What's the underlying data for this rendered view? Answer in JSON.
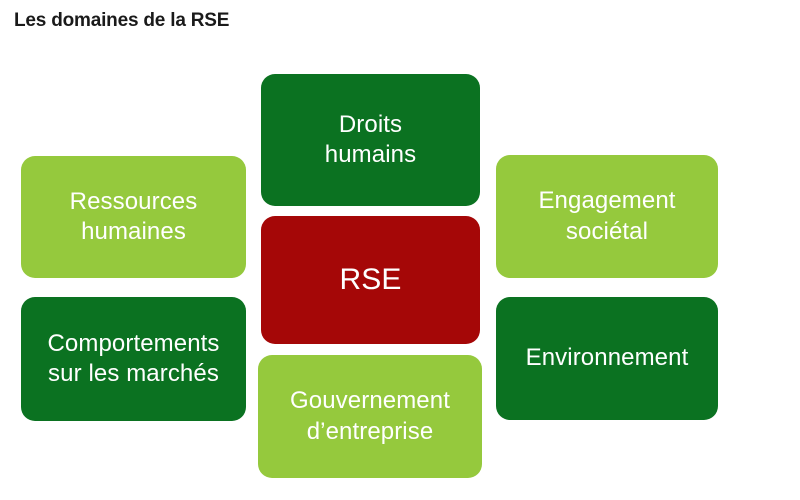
{
  "page": {
    "title": "Les domaines de la RSE",
    "background_color": "#ffffff"
  },
  "colors": {
    "dark_green": "#0b7221",
    "light_green": "#95c93d",
    "dark_red": "#a50707",
    "text_on_shape": "#ffffff",
    "title_text": "#1a1a1a"
  },
  "diagram": {
    "type": "hub-and-satellite",
    "center": {
      "id": "rse",
      "label": "RSE",
      "fill": "#a50707",
      "text_color": "#ffffff"
    },
    "satellites": [
      {
        "id": "droits-humains",
        "label": "Droits\nhumains",
        "position": "top-center",
        "fill": "#0b7221",
        "text_color": "#ffffff"
      },
      {
        "id": "ressources-humaines",
        "label": "Ressources\nhumaines",
        "position": "left-top",
        "fill": "#95c93d",
        "text_color": "#ffffff"
      },
      {
        "id": "engagement-societal",
        "label": "Engagement\nsociétal",
        "position": "right-top",
        "fill": "#95c93d",
        "text_color": "#ffffff"
      },
      {
        "id": "comportements-sur-les-marches",
        "label": "Comportements\nsur les marchés",
        "position": "left-bottom",
        "fill": "#0b7221",
        "text_color": "#ffffff"
      },
      {
        "id": "environnement",
        "label": "Environnement",
        "position": "right-bottom",
        "fill": "#0b7221",
        "text_color": "#ffffff"
      },
      {
        "id": "gouvernement-dentreprise",
        "label": "Gouvernement\nd’entreprise",
        "position": "bottom-center",
        "fill": "#95c93d",
        "text_color": "#ffffff"
      }
    ]
  }
}
